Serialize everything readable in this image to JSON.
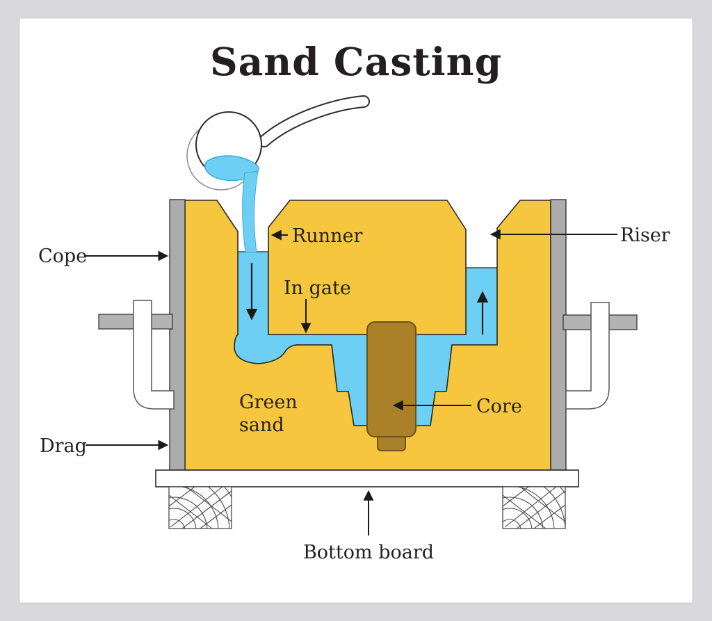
{
  "title": "Sand Casting",
  "labels": {
    "cope": "Cope",
    "drag": "Drag",
    "runner": "Runner",
    "in_gate": "In gate",
    "riser": "Riser",
    "core": "Core",
    "green_sand_line1": "Green",
    "green_sand_line2": "sand",
    "bottom_board": "Bottom board"
  },
  "icons": {
    "ladle": "pouring-ladle-icon",
    "arrows": "flow-direction-arrows"
  },
  "colors": {
    "background": "#d9d9db",
    "card": "#ffffff",
    "sand": "#f6c63e",
    "molten_metal": "#6dcff3",
    "flask_wall": "#acacac",
    "clamp_bar": "#b3b3b3",
    "core": "#aa8028",
    "core_border": "#6e5219",
    "text": "#231f20"
  }
}
